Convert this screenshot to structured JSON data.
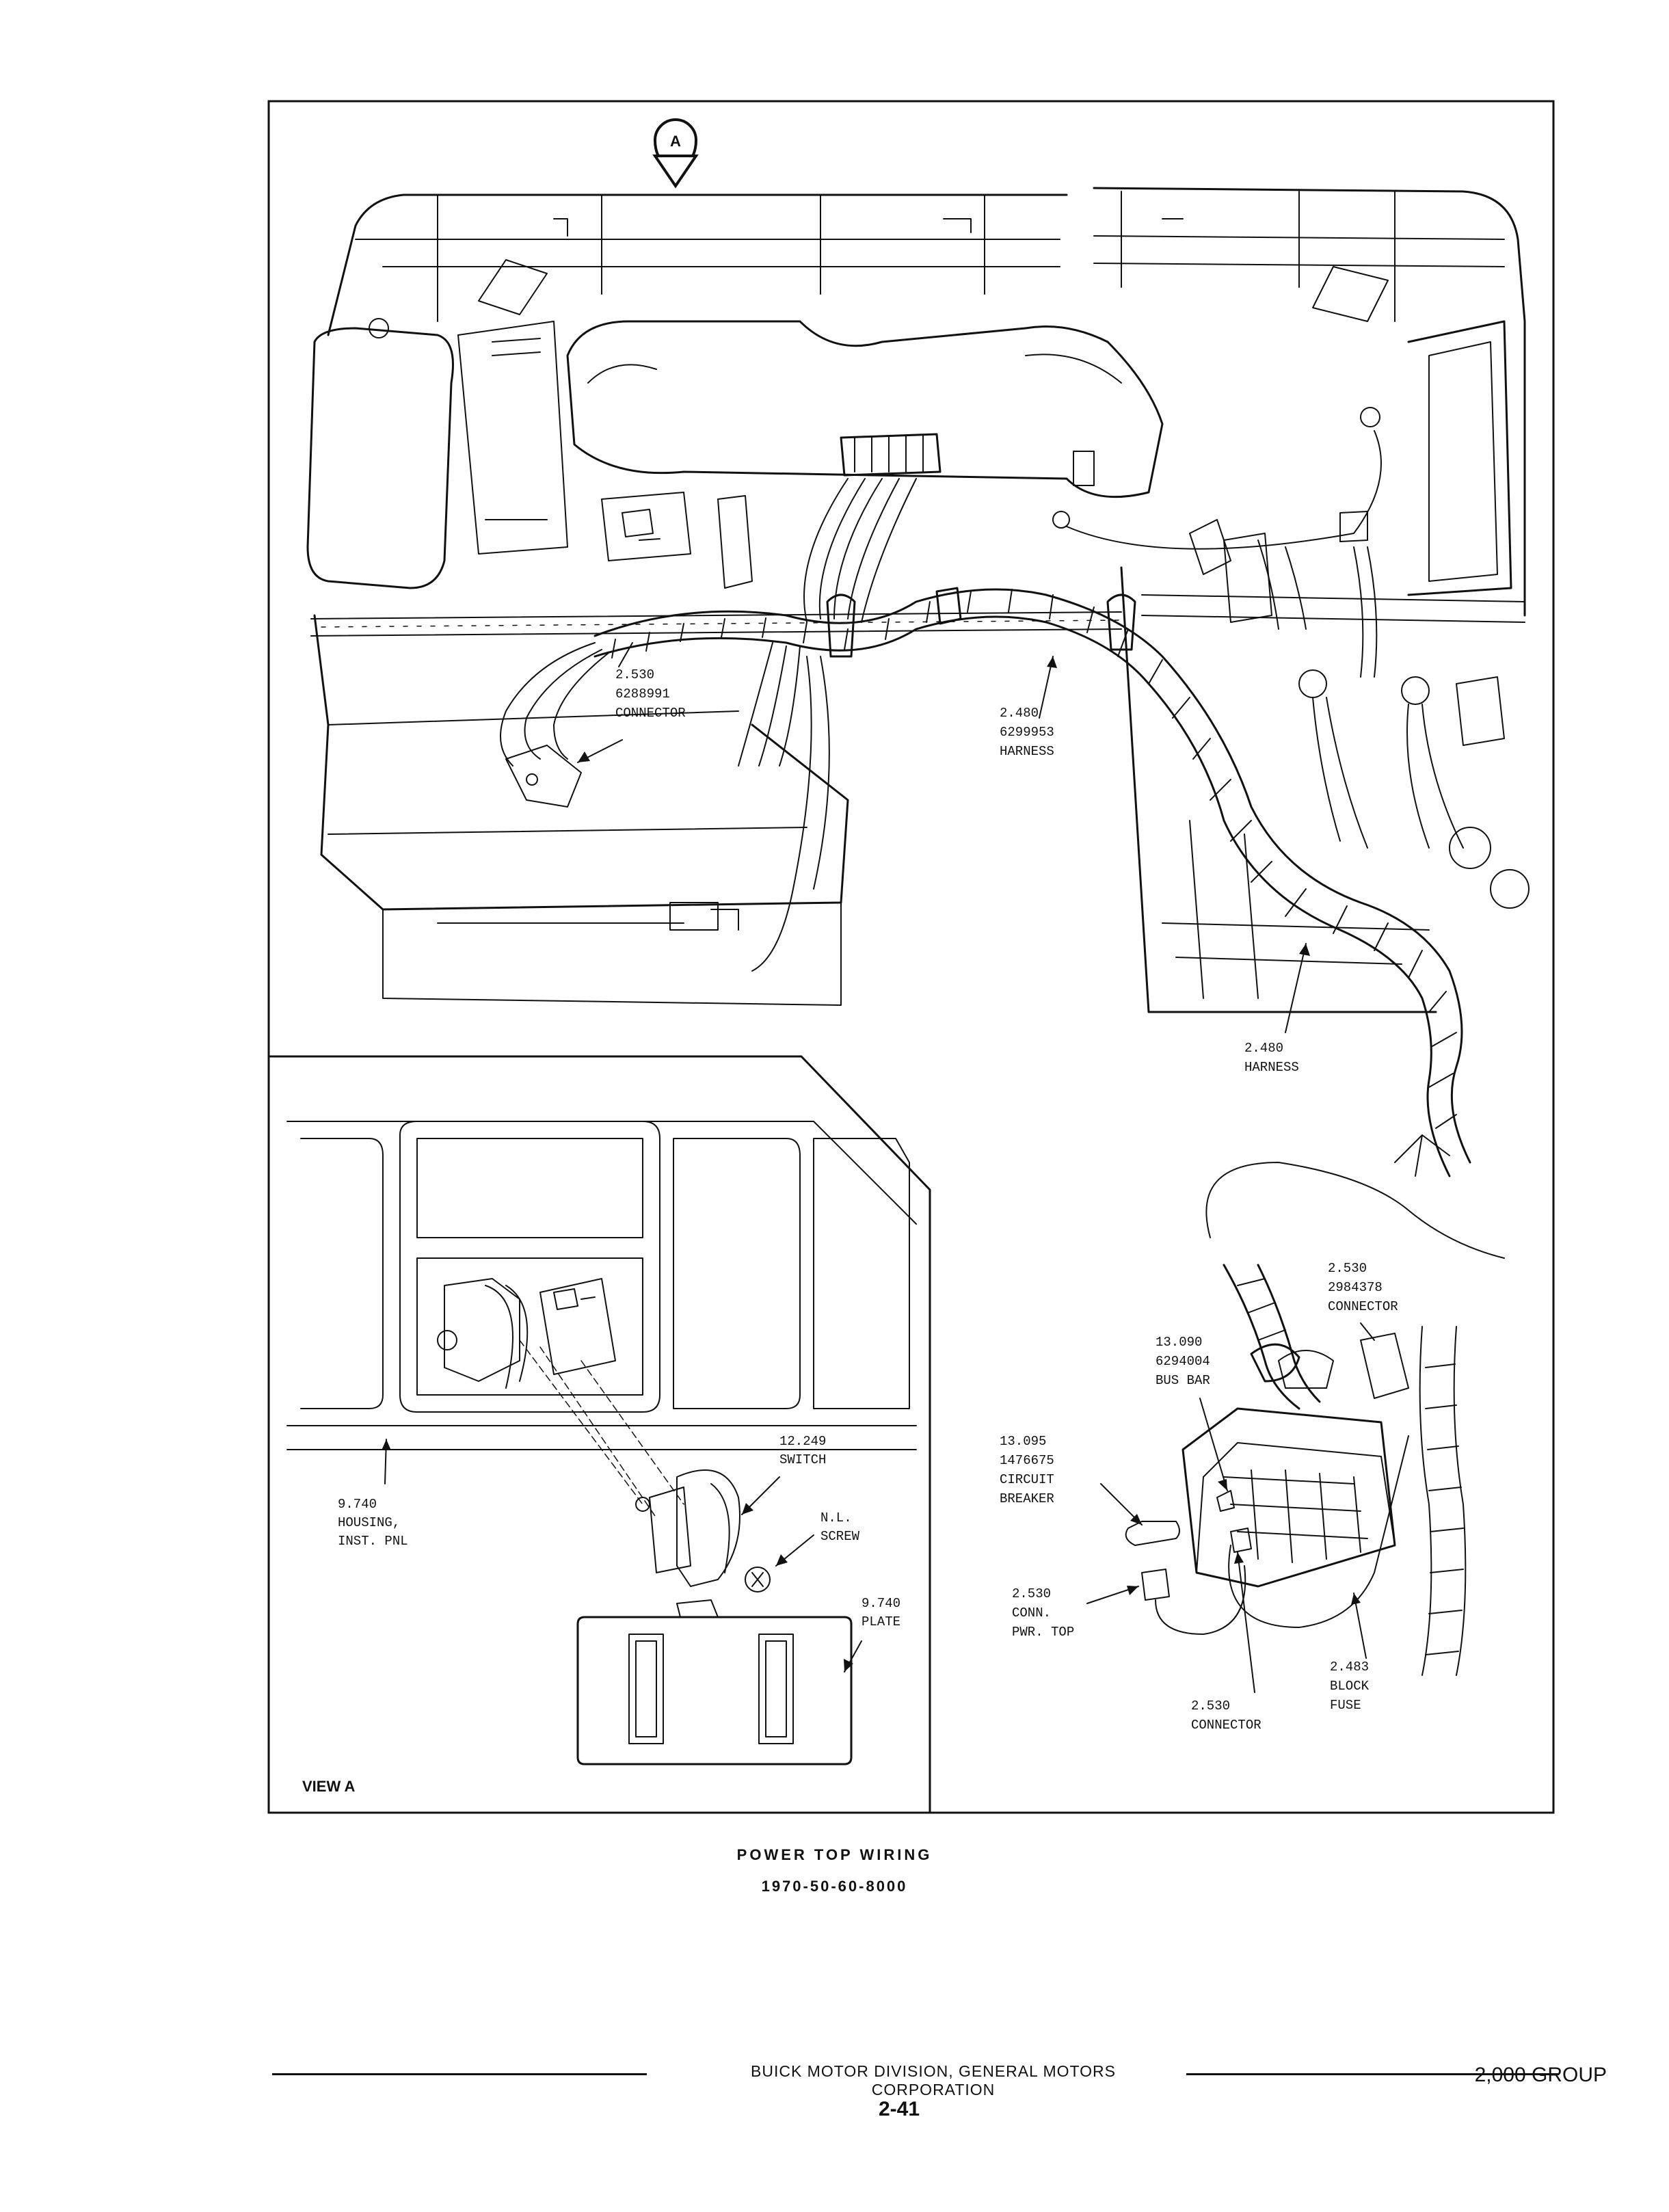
{
  "callout_marker": "A",
  "main_labels": {
    "connector_2530_a": [
      "2.530",
      "6288991",
      "CONNECTOR"
    ],
    "harness_2480_a": [
      "2.480",
      "6299953",
      "HARNESS"
    ],
    "harness_2480_b": [
      "2.480",
      "HARNESS"
    ]
  },
  "view_a": {
    "title": "VIEW A",
    "switch": [
      "12.249",
      "SWITCH"
    ],
    "screw": [
      "N.L.",
      "SCREW"
    ],
    "housing": [
      "9.740",
      "HOUSING,",
      "INST. PNL"
    ],
    "plate": [
      "9.740",
      "PLATE"
    ]
  },
  "detail_labels": {
    "connector_2984378": [
      "2.530",
      "2984378",
      "CONNECTOR"
    ],
    "bus_bar": [
      "13.090",
      "6294004",
      "BUS BAR"
    ],
    "circuit_breaker": [
      "13.095",
      "1476675",
      "CIRCUIT",
      "BREAKER"
    ],
    "conn_pwr_top": [
      "2.530",
      "CONN.",
      "PWR. TOP"
    ],
    "block_fuse": [
      "2.483",
      "BLOCK",
      "FUSE"
    ],
    "connector_bottom": [
      "2.530",
      "CONNECTOR"
    ]
  },
  "caption": {
    "title": "POWER TOP WIRING",
    "code": "1970-50-60-8000"
  },
  "footer": {
    "company": "BUICK MOTOR DIVISION, GENERAL MOTORS CORPORATION",
    "page": "2-41",
    "group": "2,000 GROUP"
  }
}
